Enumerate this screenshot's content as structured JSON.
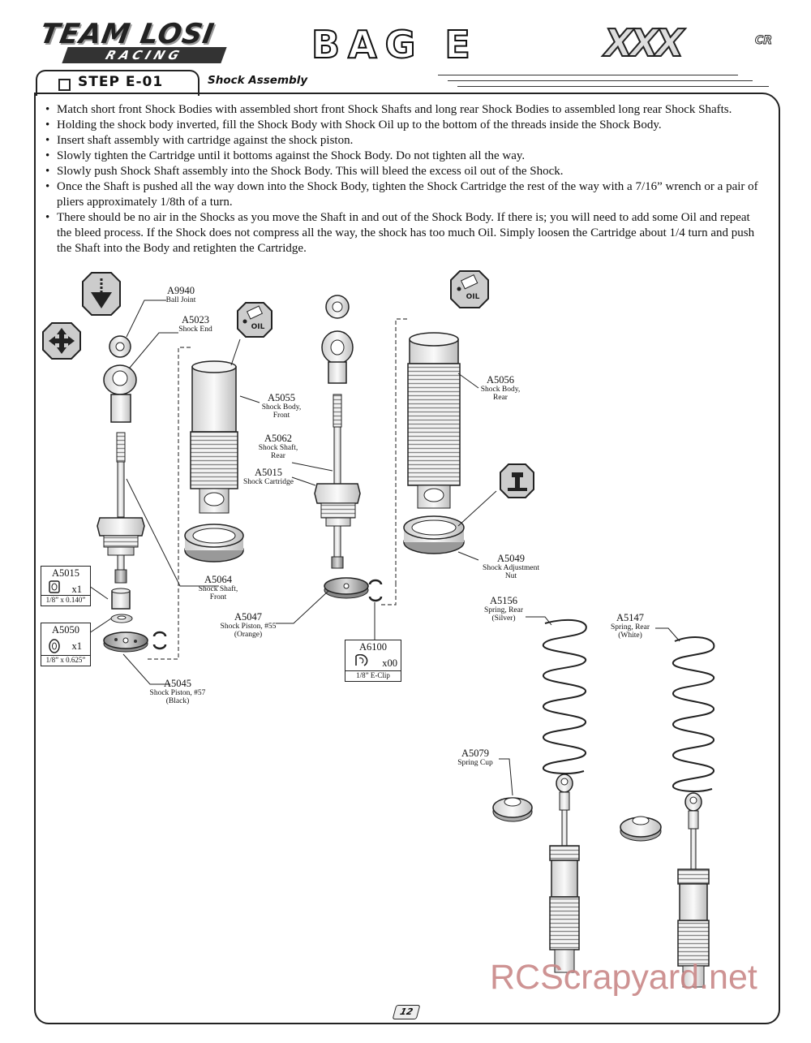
{
  "header": {
    "brand_left_top": "TEAM LOSI",
    "brand_left_bottom": "RACING",
    "bag_title": "BAG E",
    "brand_right": "XXX",
    "brand_right_suffix": "CR",
    "step_label": "STEP E-01",
    "section_title": "Shock Assembly"
  },
  "instructions": [
    "Match short front Shock Bodies with assembled short front Shock Shafts and long rear Shock Bodies to assembled long rear Shock Shafts.",
    "Holding the shock body inverted, fill the Shock Body with Shock Oil up to the bottom of the threads inside the Shock Body.",
    "Insert shaft assembly with cartridge against the shock piston.",
    "Slowly tighten the Cartridge until it bottoms against the Shock Body. Do not tighten all the way.",
    "Slowly push Shock Shaft assembly into the Shock Body. This will bleed the excess oil out of the Shock.",
    "Once the Shaft is pushed all the way down into the Shock Body, tighten the Shock Cartridge the rest of the way with a 7/16” wrench or a pair of pliers approximately 1/8th of a turn.",
    "There should be no air in the Shocks as you move the Shaft in and out of the Shock Body. If there is; you will need to add some Oil and repeat the bleed process. If the Shock does not compress all the way, the shock has too much Oil. Simply loosen the Cartridge about 1/4 turn and push the Shaft into the Body and retighten the Cartridge."
  ],
  "callouts": {
    "a9940": {
      "pn": "A9940",
      "name": "Ball Joint"
    },
    "a5023": {
      "pn": "A5023",
      "name": "Shock End"
    },
    "a5055": {
      "pn": "A5055",
      "name": "Shock Body,\nFront"
    },
    "a5062": {
      "pn": "A5062",
      "name": "Shock Shaft,\nRear"
    },
    "a5015c": {
      "pn": "A5015",
      "name": "Shock Cartridge"
    },
    "a5056": {
      "pn": "A5056",
      "name": "Shock Body,\nRear"
    },
    "a5049": {
      "pn": "A5049",
      "name": "Shock Adjustment\nNut"
    },
    "a5064": {
      "pn": "A5064",
      "name": "Shock Shaft,\nFront"
    },
    "a5047": {
      "pn": "A5047",
      "name": "Shock Piston, #55\n(Orange)"
    },
    "a5045": {
      "pn": "A5045",
      "name": "Shock Piston, #57\n(Black)"
    },
    "a5156": {
      "pn": "A5156",
      "name": "Spring, Rear\n(Silver)"
    },
    "a5147": {
      "pn": "A5147",
      "name": "Spring, Rear\n(White)"
    },
    "a5079": {
      "pn": "A5079",
      "name": "Spring Cup"
    }
  },
  "part_boxes": {
    "a5015": {
      "pn": "A5015",
      "qty": "x1",
      "size": "1/8” x 0.140”"
    },
    "a5050": {
      "pn": "A5050",
      "qty": "x1",
      "size": "1/8” x 0.625”"
    },
    "a6100": {
      "pn": "A6100",
      "qty": "x00",
      "size": "1/8” E-Clip"
    }
  },
  "icons": {
    "oil_label_1": "OIL",
    "oil_label_2": "OIL"
  },
  "page_number": "12",
  "watermark": "RCScrapyard.net"
}
